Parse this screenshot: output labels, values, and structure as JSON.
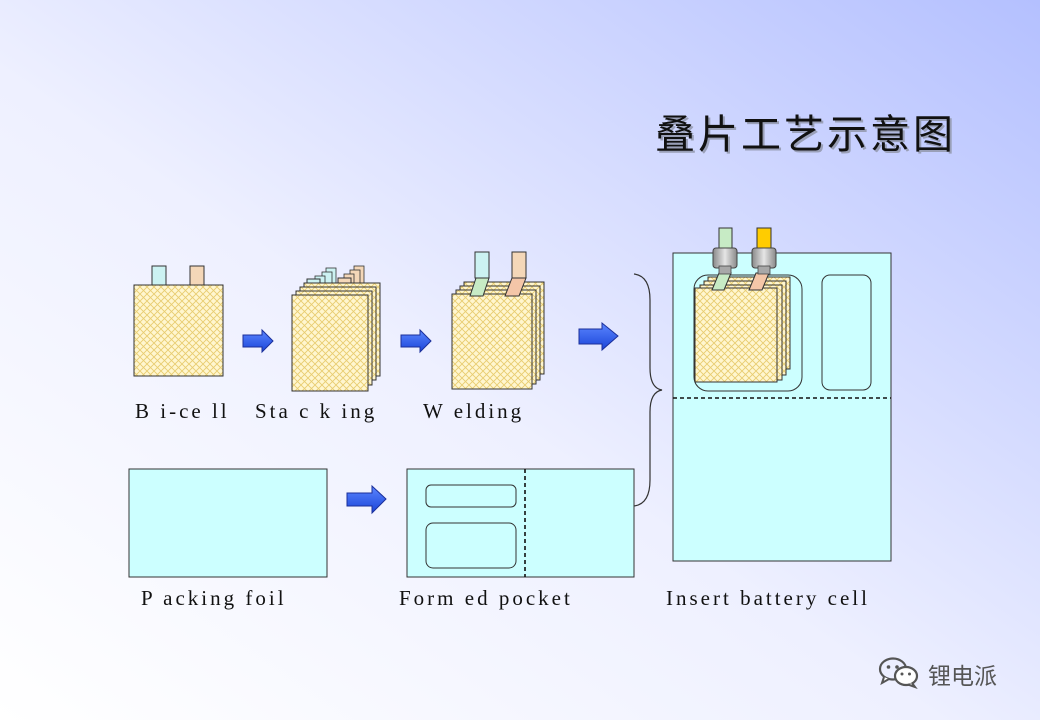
{
  "title": "叠片工艺示意图",
  "labels": {
    "bicell": "B i-ce ll",
    "stacking": "Sta c k ing",
    "welding": "W elding",
    "packing_foil": "P acking foil",
    "formed_pocket": "Form ed pocket",
    "insert_cell": "Insert battery cell"
  },
  "watermark": {
    "text": "锂电派",
    "icon": "wechat-icon"
  },
  "colors": {
    "bg_from": "#ffffff",
    "bg_to": "#b4c0ff",
    "foil": "#ccffff",
    "electrode_fill": "#fff6cf",
    "electrode_hatch": "#e8cd70",
    "tab_cyan": "#ccf2f2",
    "tab_tan": "#f4d7b8",
    "tab_green": "#c7ebc5",
    "tab_orange": "#f6c27a",
    "tab_yellow": "#ffcc00",
    "arrow": "#3366ff"
  }
}
